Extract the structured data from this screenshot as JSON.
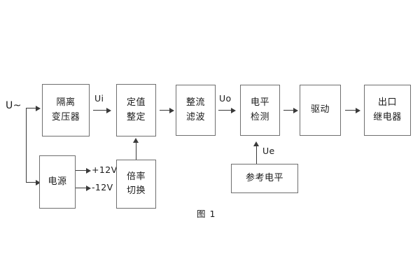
{
  "figure": {
    "caption": "图 1",
    "background_color": "#ffffff",
    "box_border_color": "#6f6f6f",
    "line_color": "#3a3a3a",
    "text_color": "#1a1a1a"
  },
  "inputs": {
    "ac_source_label": "U~"
  },
  "blocks": {
    "isolation_transformer": {
      "line1": "隔离",
      "line2": "变压器"
    },
    "setting_value": {
      "line1": "定值",
      "line2": "整定"
    },
    "rectifier_filter": {
      "line1": "整流",
      "line2": "滤波"
    },
    "level_detect": {
      "line1": "电平",
      "line2": "检测"
    },
    "drive": {
      "line1": "驱动"
    },
    "output_relay": {
      "line1": "出口",
      "line2": "继电器"
    },
    "power_supply": {
      "line1": "电源"
    },
    "multiplier_switch": {
      "line1": "倍率",
      "line2": "切换"
    },
    "reference_level": {
      "line1": "参考电平"
    }
  },
  "signals": {
    "ui": "Ui",
    "uo": "Uo",
    "ue": "Ue",
    "rail_positive": "+12V",
    "rail_negative": "-12V"
  }
}
